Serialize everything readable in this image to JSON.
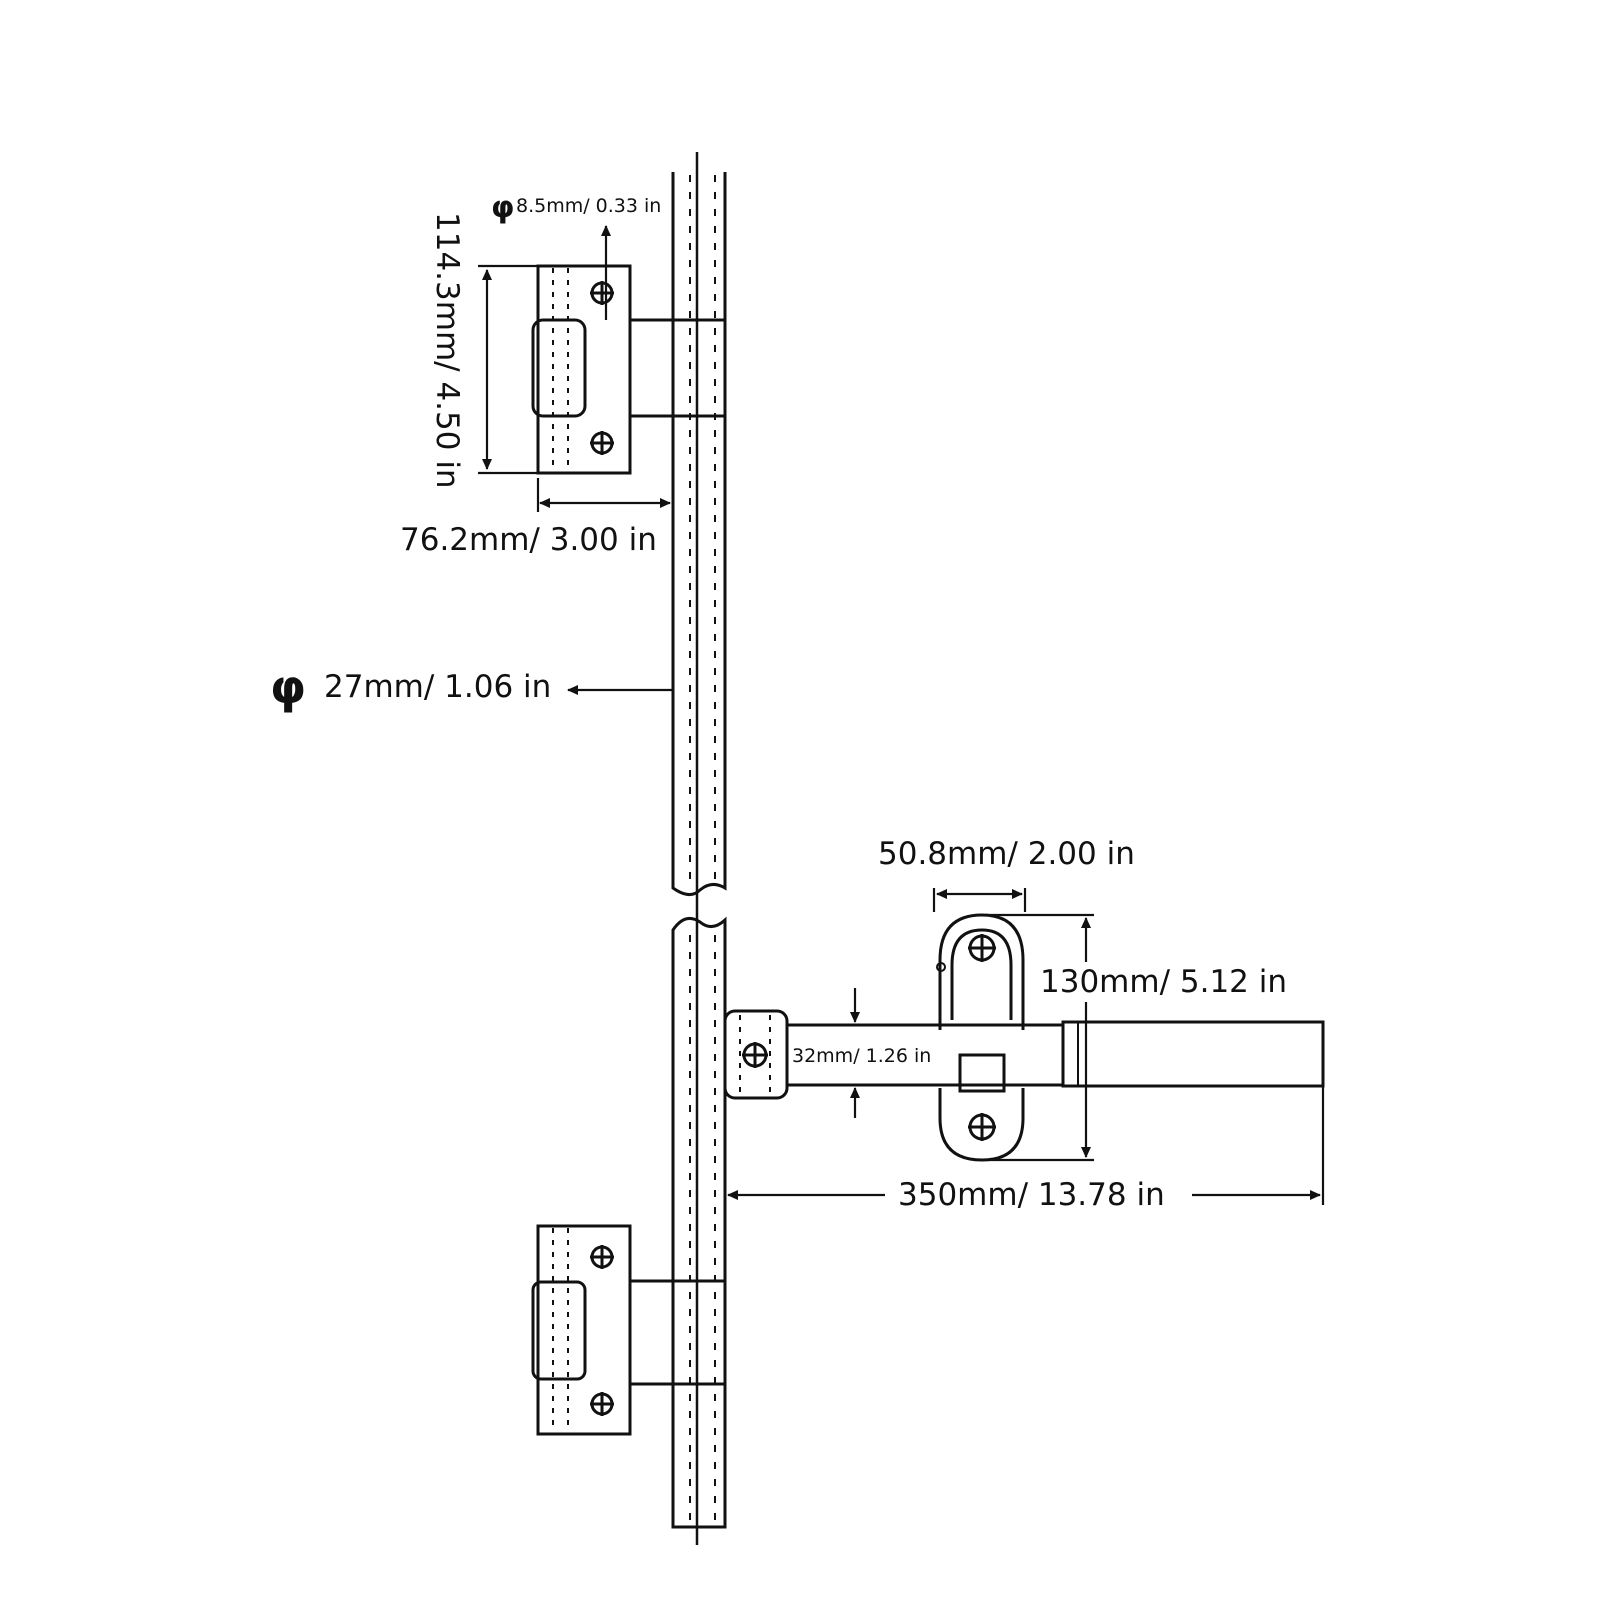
{
  "dimensions": {
    "bolt_hole": {
      "symbol": "φ",
      "text": "8.5mm/ 0.33 in"
    },
    "plate_height": {
      "text": "114.3mm/ 4.50 in"
    },
    "standoff": {
      "text": "76.2mm/ 3.00 in"
    },
    "rod_diameter": {
      "symbol": "φ",
      "text": "27mm/ 1.06 in"
    },
    "swivel_width": {
      "text": "50.8mm/ 2.00 in"
    },
    "swivel_height": {
      "text": "130mm/ 5.12 in"
    },
    "arm_height": {
      "text": "32mm/ 1.26 in"
    },
    "arm_length": {
      "text": "350mm/ 13.78 in"
    }
  },
  "colors": {
    "line": "#111111",
    "background": "#ffffff"
  }
}
